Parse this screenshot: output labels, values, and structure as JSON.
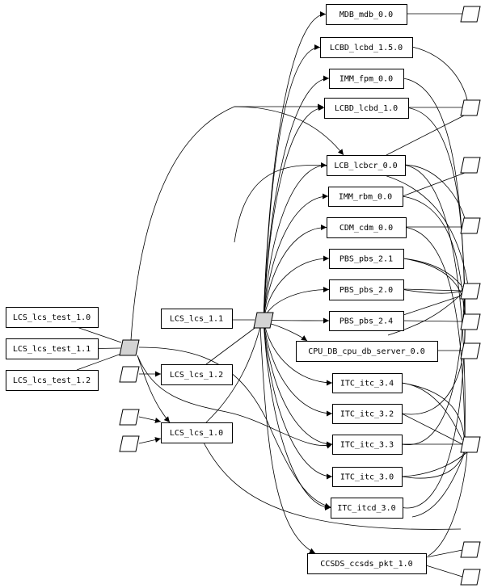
{
  "diagram": {
    "type": "dependency-graph",
    "colors": {
      "hub_fill": "#d3d3d3",
      "node_fill": "#ffffff",
      "stroke": "#000000"
    },
    "nodes": {
      "mdb": "MDB_mdb_0.0",
      "lcbd15": "LCBD_lcbd_1.5.0",
      "fpm": "IMM_fpm_0.0",
      "lcbd10": "LCBD_lcbd_1.0",
      "lcbcr": "LCB_lcbcr_0.0",
      "rbm": "IMM_rbm_0.0",
      "cdm": "CDM_cdm_0.0",
      "pbs21": "PBS_pbs_2.1",
      "pbs20": "PBS_pbs_2.0",
      "pbs24": "PBS_pbs_2.4",
      "cpudb": "CPU_DB_cpu_db_server_0.0",
      "itc34": "ITC_itc_3.4",
      "itc32": "ITC_itc_3.2",
      "itc33": "ITC_itc_3.3",
      "itc30": "ITC_itc_3.0",
      "itcd30": "ITC_itcd_3.0",
      "ccsds": "CCSDS_ccsds_pkt_1.0",
      "test10": "LCS_lcs_test_1.0",
      "test11": "LCS_lcs_test_1.1",
      "test12": "LCS_lcs_test_1.2",
      "lcs11": "LCS_lcs_1.1",
      "lcs12": "LCS_lcs_1.2",
      "lcs10": "LCS_lcs_1.0"
    }
  }
}
